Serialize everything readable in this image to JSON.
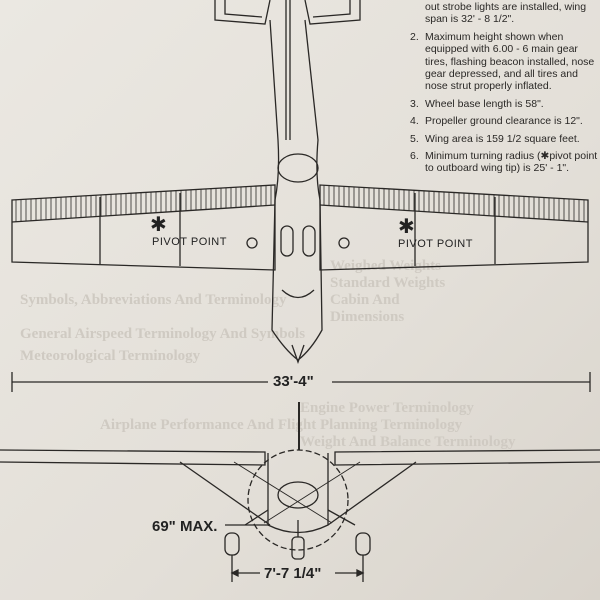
{
  "bleed_through": [
    "Weighed Weights",
    "Standard Weights",
    "Cabin And",
    "Dimensions",
    "Symbols, Abbreviations And Terminology",
    "General Airspeed Terminology And Symbols",
    "Meteorological Terminology",
    "Engine Power Terminology",
    "Airplane Performance And Flight Planning Terminology",
    "Weight And Balance Terminology"
  ],
  "notes": {
    "note1_tail": "out strobe lights are installed, wing span is 32' - 8 1/2\".",
    "items": [
      {
        "num": "2.",
        "text": "Maximum height shown when equipped with 6.00 - 6 main gear tires, flashing beacon installed, nose gear depressed, and all tires and nose strut properly inflated."
      },
      {
        "num": "3.",
        "text": "Wheel base length is 58\"."
      },
      {
        "num": "4.",
        "text": "Propeller ground clearance is 12\"."
      },
      {
        "num": "5.",
        "text": "Wing area is 159 1/2 square feet."
      },
      {
        "num": "6.",
        "text": "Minimum turning radius (✱pivot point to outboard wing tip) is 25' - 1\"."
      }
    ]
  },
  "diagram": {
    "pivot_left": "PIVOT POINT",
    "pivot_right": "PIVOT POINT",
    "pivot_symbol": "✱",
    "wingspan": "33'-4\"",
    "height": "69\" MAX.",
    "track": "7'-7 1/4\""
  }
}
